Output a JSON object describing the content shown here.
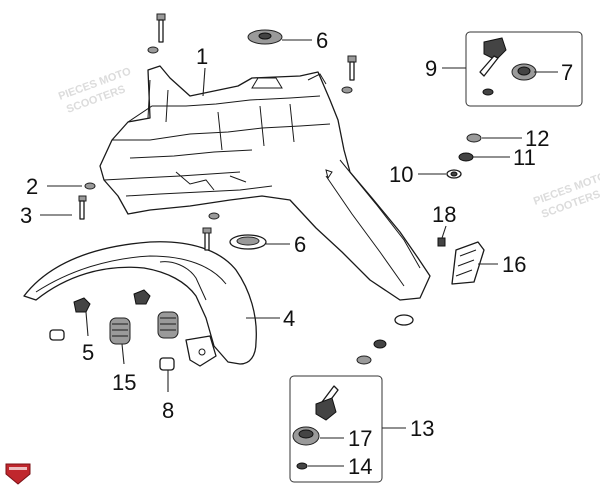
{
  "callouts": [
    {
      "id": "1",
      "text": "1"
    },
    {
      "id": "2",
      "text": "2"
    },
    {
      "id": "3",
      "text": "3"
    },
    {
      "id": "4",
      "text": "4"
    },
    {
      "id": "5",
      "text": "5"
    },
    {
      "id": "6a",
      "text": "6"
    },
    {
      "id": "6b",
      "text": "6"
    },
    {
      "id": "7",
      "text": "7"
    },
    {
      "id": "8",
      "text": "8"
    },
    {
      "id": "9",
      "text": "9"
    },
    {
      "id": "10",
      "text": "10"
    },
    {
      "id": "11",
      "text": "11"
    },
    {
      "id": "12",
      "text": "12"
    },
    {
      "id": "13",
      "text": "13"
    },
    {
      "id": "14",
      "text": "14"
    },
    {
      "id": "15",
      "text": "15"
    },
    {
      "id": "16",
      "text": "16"
    },
    {
      "id": "17",
      "text": "17"
    },
    {
      "id": "18",
      "text": "18"
    }
  ],
  "watermark": {
    "line1": "PIECES MOTO",
    "line2": "SCOOTERS"
  },
  "colors": {
    "logo": "#c0272d",
    "lines": "#1a1a1a"
  }
}
